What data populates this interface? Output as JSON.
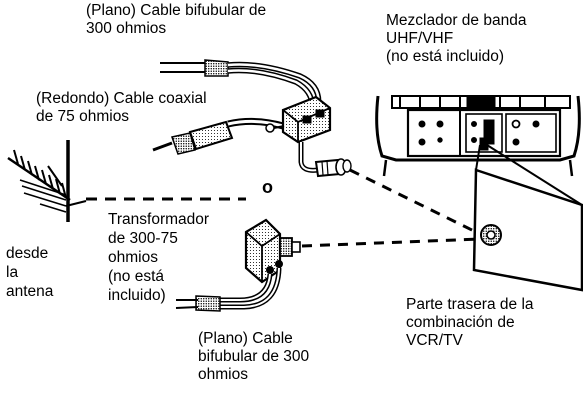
{
  "labels": {
    "flat_cable_top": [
      "(Plano) Cable bifubular de",
      "300 ohmios"
    ],
    "round_cable": [
      "(Redondo) Cable coaxial",
      "de 75 ohmios"
    ],
    "mixer": [
      "Mezclador de banda",
      "UHF/VHF",
      "(no está incluido)"
    ],
    "from_antenna": [
      "desde",
      "la",
      "antena"
    ],
    "transformer": [
      "Transformador",
      "de 300-75",
      "ohmios",
      "(no está",
      "incluido)"
    ],
    "flat_cable_bottom": [
      "(Plano) Cable",
      "bifubular de 300",
      "ohmios"
    ],
    "vcr_back": [
      "Parte trasera de la",
      "combinación de",
      "VCR/TV"
    ],
    "or_marker": "o"
  },
  "colors": {
    "ink": "#000000",
    "paper": "#ffffff"
  },
  "icons": {
    "antenna": "antenna-icon",
    "mixer": "mixer-device-icon",
    "transformer": "transformer-device-icon",
    "vcr": "vcr-tv-icon"
  }
}
